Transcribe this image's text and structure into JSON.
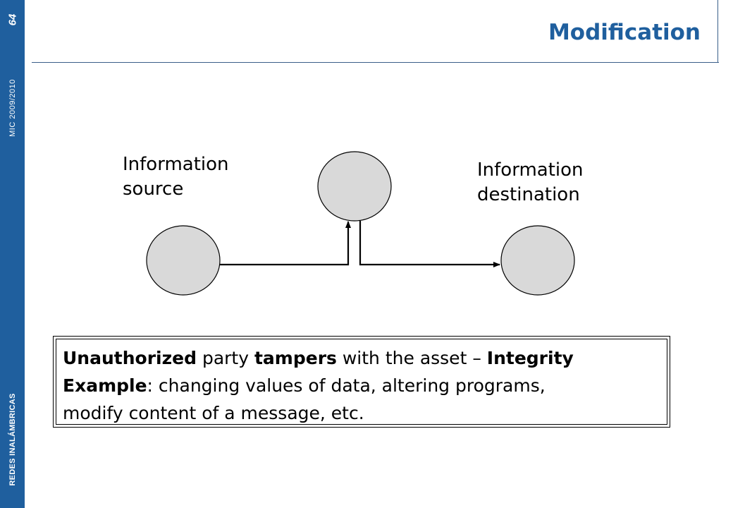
{
  "sidebar": {
    "course": "MIC 2009/2010",
    "page_number": "64",
    "deck_title": "REDES INALÁMBRICAS",
    "color": "#1f5f9e"
  },
  "slide": {
    "title": "Modification"
  },
  "diagram": {
    "source_label": [
      "Information",
      "source"
    ],
    "destination_label": [
      "Information",
      "destination"
    ],
    "node_fill": "#d9d9d9"
  },
  "description": {
    "line1": [
      {
        "text": "Unauthorized",
        "bold": true
      },
      {
        "text": " party ",
        "bold": false
      },
      {
        "text": "tampers",
        "bold": true
      },
      {
        "text": " with the asset – ",
        "bold": false
      },
      {
        "text": "Integrity",
        "bold": true
      }
    ],
    "line2": [
      {
        "text": "Example",
        "bold": true
      },
      {
        "text": ": changing values of data, altering programs,",
        "bold": false
      }
    ],
    "line3": [
      {
        "text": "modify content of a message, etc.",
        "bold": false
      }
    ]
  }
}
